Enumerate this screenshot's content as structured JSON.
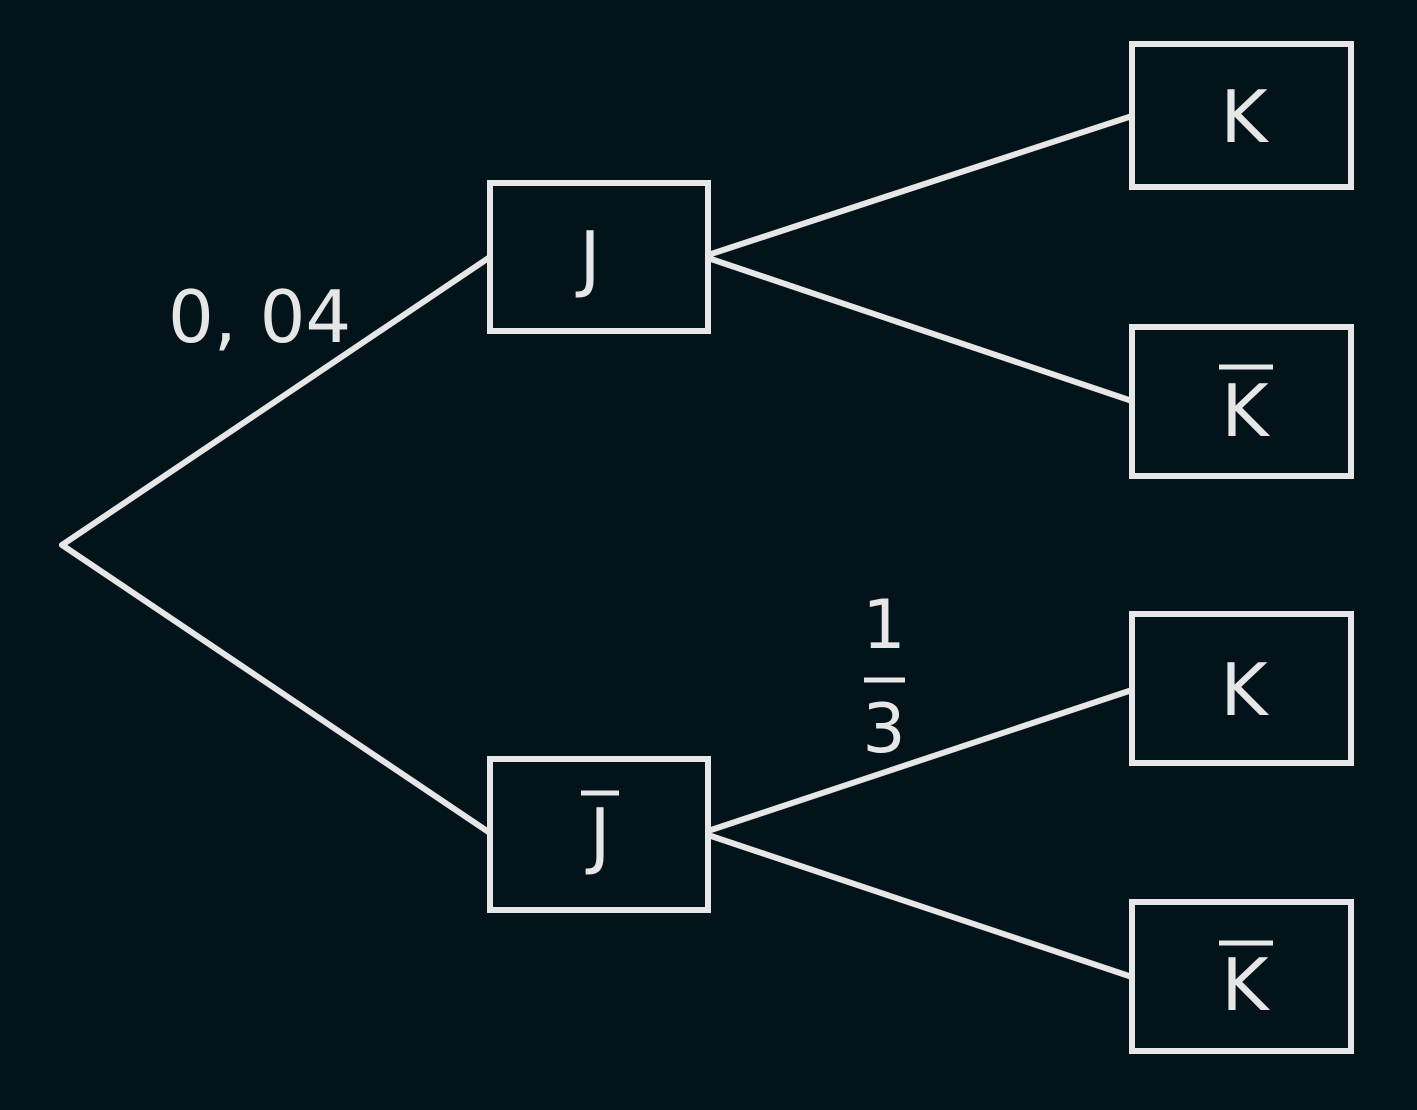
{
  "colors": {
    "background": "#02131a",
    "foreground": "#e6e6e6"
  },
  "nodes": {
    "j": {
      "label": "J",
      "overline": false
    },
    "j_bar": {
      "label": "J",
      "overline": true
    },
    "j_k": {
      "label": "K",
      "overline": false
    },
    "j_k_bar": {
      "label": "K",
      "overline": true
    },
    "jbar_k": {
      "label": "K",
      "overline": false
    },
    "jbar_k_bar": {
      "label": "K",
      "overline": true
    }
  },
  "edges": {
    "root_to_j": {
      "label": "0, 04"
    },
    "jbar_to_k": {
      "numerator": "1",
      "denominator": "3"
    }
  }
}
